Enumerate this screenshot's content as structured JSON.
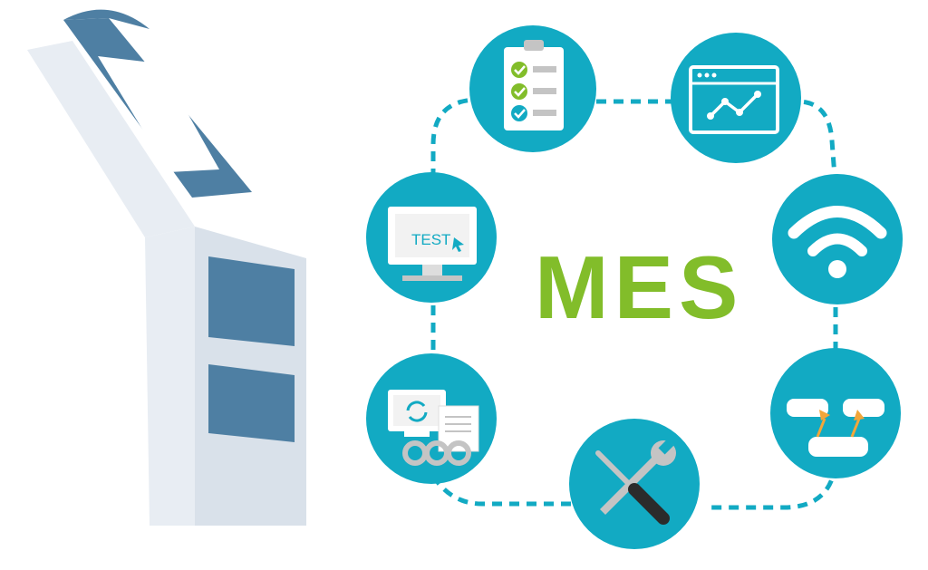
{
  "title": "MES",
  "nodes": [
    {
      "id": "checklist",
      "icon": "checklist-icon"
    },
    {
      "id": "analytics",
      "icon": "line-chart-window-icon"
    },
    {
      "id": "wireless",
      "icon": "wifi-icon"
    },
    {
      "id": "hierarchy",
      "icon": "hierarchy-diagram-icon"
    },
    {
      "id": "tools",
      "icon": "wrench-screwdriver-icon"
    },
    {
      "id": "sync",
      "icon": "sync-documents-gears-icon"
    },
    {
      "id": "test",
      "icon": "test-monitor-icon",
      "label": "TEST"
    }
  ],
  "colors": {
    "accent": "#12aac3",
    "title": "#82bd2a",
    "kiosk_dark": "#4e7fa3",
    "kiosk_light": "#e8edf3",
    "kiosk_mid": "#d4dde7",
    "icon_gray": "#c4c4c4",
    "check_green": "#82bd2a",
    "arrow_orange": "#f2a63a",
    "check_blue": "#12aac3"
  }
}
